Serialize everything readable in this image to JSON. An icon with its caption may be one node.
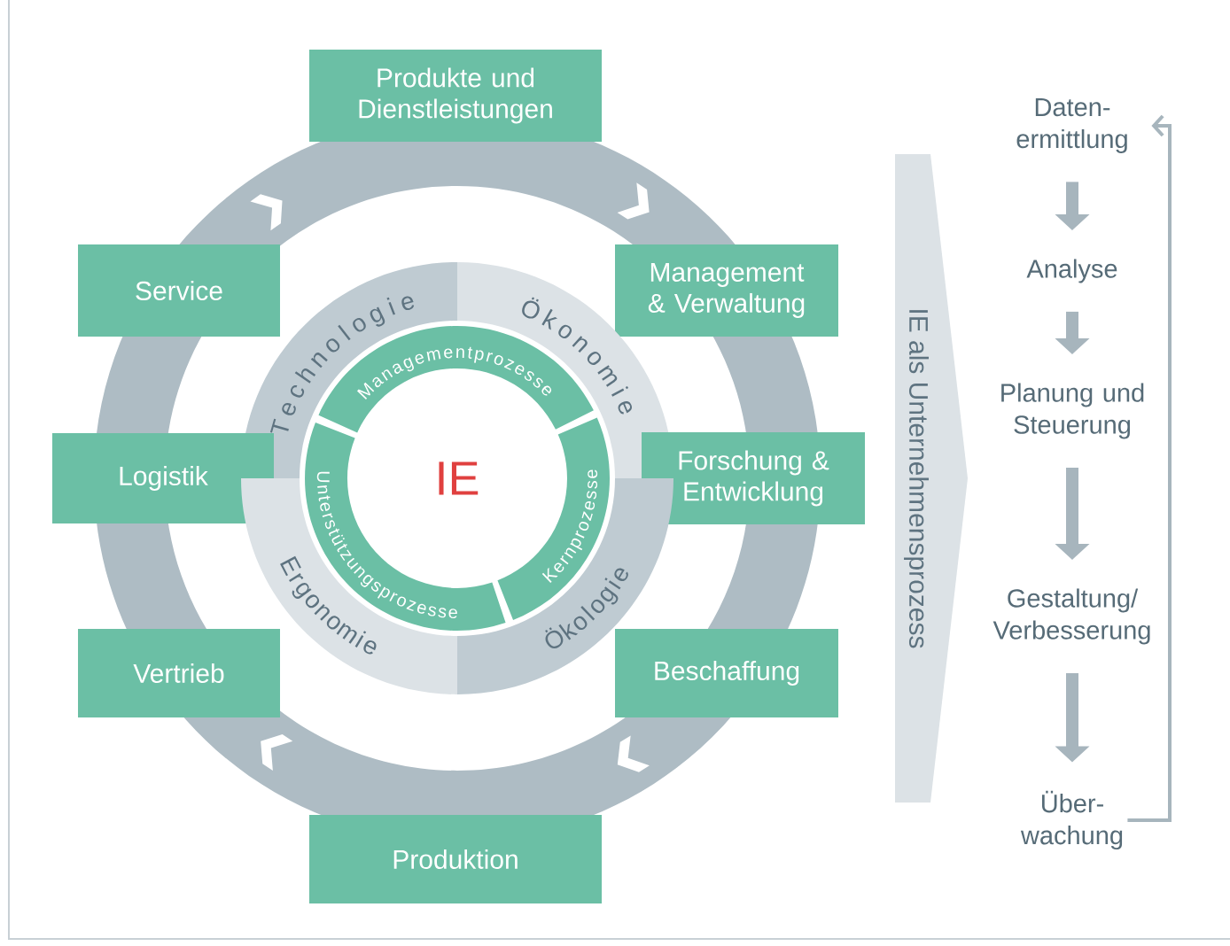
{
  "diagram": {
    "nodes": [
      {
        "text": [
          "Produkte und Dienstleistungen"
        ]
      },
      {
        "text": [
          "Service"
        ]
      },
      {
        "text": [
          "Management & Verwaltung"
        ]
      },
      {
        "text": [
          "Technologie"
        ]
      },
      {
        "text": [
          "Ökonomie"
        ]
      },
      {
        "text": [
          "Managementprozesse"
        ]
      },
      {
        "text": [
          "IE"
        ]
      },
      {
        "text": [
          "Logistik"
        ]
      },
      {
        "text": [
          "Unterstützungsprozesse"
        ]
      },
      {
        "text": [
          "Kernprozesse"
        ]
      },
      {
        "text": [
          "Forschung & Entwicklung"
        ]
      },
      {
        "text": [
          "Ergonomie"
        ]
      },
      {
        "text": [
          "Ökologie"
        ]
      },
      {
        "text": [
          "Vertrieb"
        ]
      },
      {
        "text": [
          "Beschaffung"
        ]
      },
      {
        "text": [
          "Produktion"
        ]
      },
      {
        "text": [
          "IE als Unternehmensprozess"
        ]
      },
      {
        "text": [
          "Daten- ermittlung"
        ]
      },
      {
        "text": [
          "Analyse"
        ]
      },
      {
        "text": [
          "Planung und Steuerung"
        ]
      },
      {
        "text": [
          "Gestaltung/ Verbesserung"
        ]
      },
      {
        "text": [
          "Über- wachung"
        ]
      }
    ],
    "edges": [
      {
        "from": 17,
        "to": 18,
        "arrow": "to"
      },
      {
        "from": 18,
        "to": 19,
        "arrow": "to"
      },
      {
        "from": 19,
        "to": 20,
        "arrow": "to"
      },
      {
        "from": 20,
        "to": 21,
        "arrow": "to"
      },
      {
        "from": 21,
        "to": 17,
        "arrow": "to"
      }
    ]
  }
}
